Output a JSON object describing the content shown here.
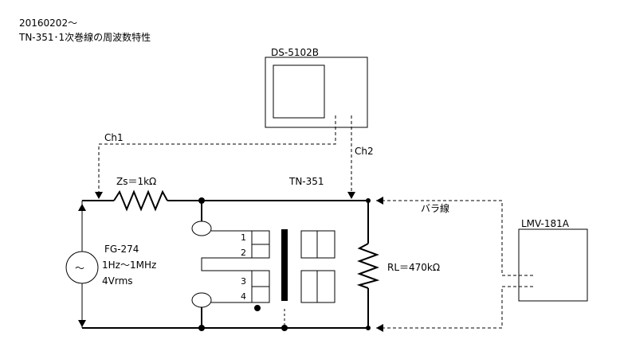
{
  "header": {
    "date": "20160202～",
    "title": "TN-351･1次巻線の周波数特性"
  },
  "oscilloscope": {
    "label": "DS-5102B"
  },
  "probes": {
    "ch1": "Ch1",
    "ch2": "Ch2"
  },
  "source": {
    "name": "FG-274",
    "range": "1Hz～1MHz",
    "amplitude": "4Vrms",
    "symbol": "～"
  },
  "series_resistor": {
    "label": "Zs＝1kΩ"
  },
  "transformer": {
    "label": "TN-351",
    "pins": [
      "1",
      "2",
      "3",
      "4"
    ]
  },
  "load": {
    "label": "RL＝470kΩ"
  },
  "wire": {
    "label": "バラ線"
  },
  "meter": {
    "label": "LMV-181A"
  }
}
